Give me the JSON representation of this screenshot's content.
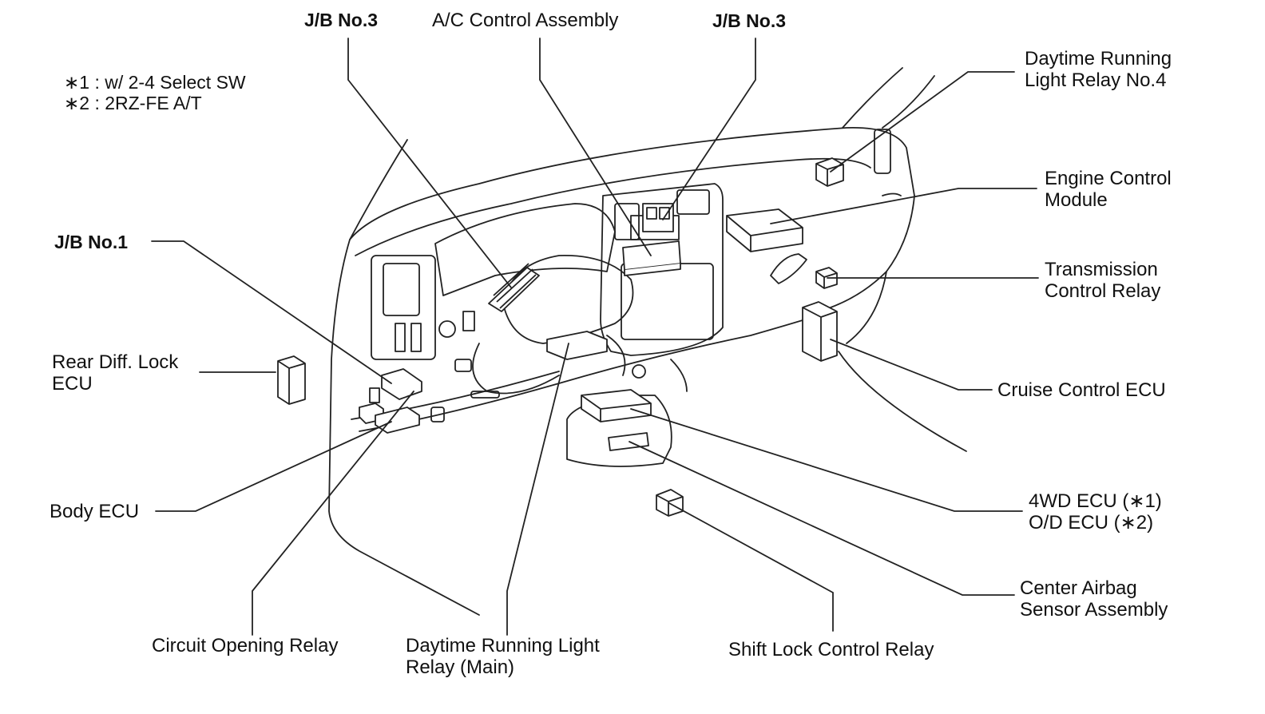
{
  "notes": [
    "∗1 : w/ 2-4 Select SW",
    "∗2 : 2RZ-FE A/T"
  ],
  "labels": {
    "jb3_left": "J/B No.3",
    "ac_control": "A/C Control Assembly",
    "jb3_right": "J/B No.3",
    "drl_relay4": [
      "Daytime Running",
      "Light Relay No.4"
    ],
    "engine_control": [
      "Engine Control",
      "Module"
    ],
    "transmission_relay": [
      "Transmission",
      "Control Relay"
    ],
    "cruise_control": "Cruise Control ECU",
    "fourwd_ecu": [
      "4WD ECU (∗1)",
      "O/D ECU (∗2)"
    ],
    "center_airbag": [
      "Center Airbag",
      "Sensor Assembly"
    ],
    "shift_lock": "Shift Lock Control Relay",
    "drl_main": [
      "Daytime Running Light",
      "Relay (Main)"
    ],
    "circuit_opening": "Circuit Opening Relay",
    "body_ecu": "Body ECU",
    "rear_diff": [
      "Rear Diff. Lock",
      "ECU"
    ],
    "jb1": "J/B No.1"
  },
  "colors": {
    "ink": "#111111",
    "background": "#ffffff"
  }
}
